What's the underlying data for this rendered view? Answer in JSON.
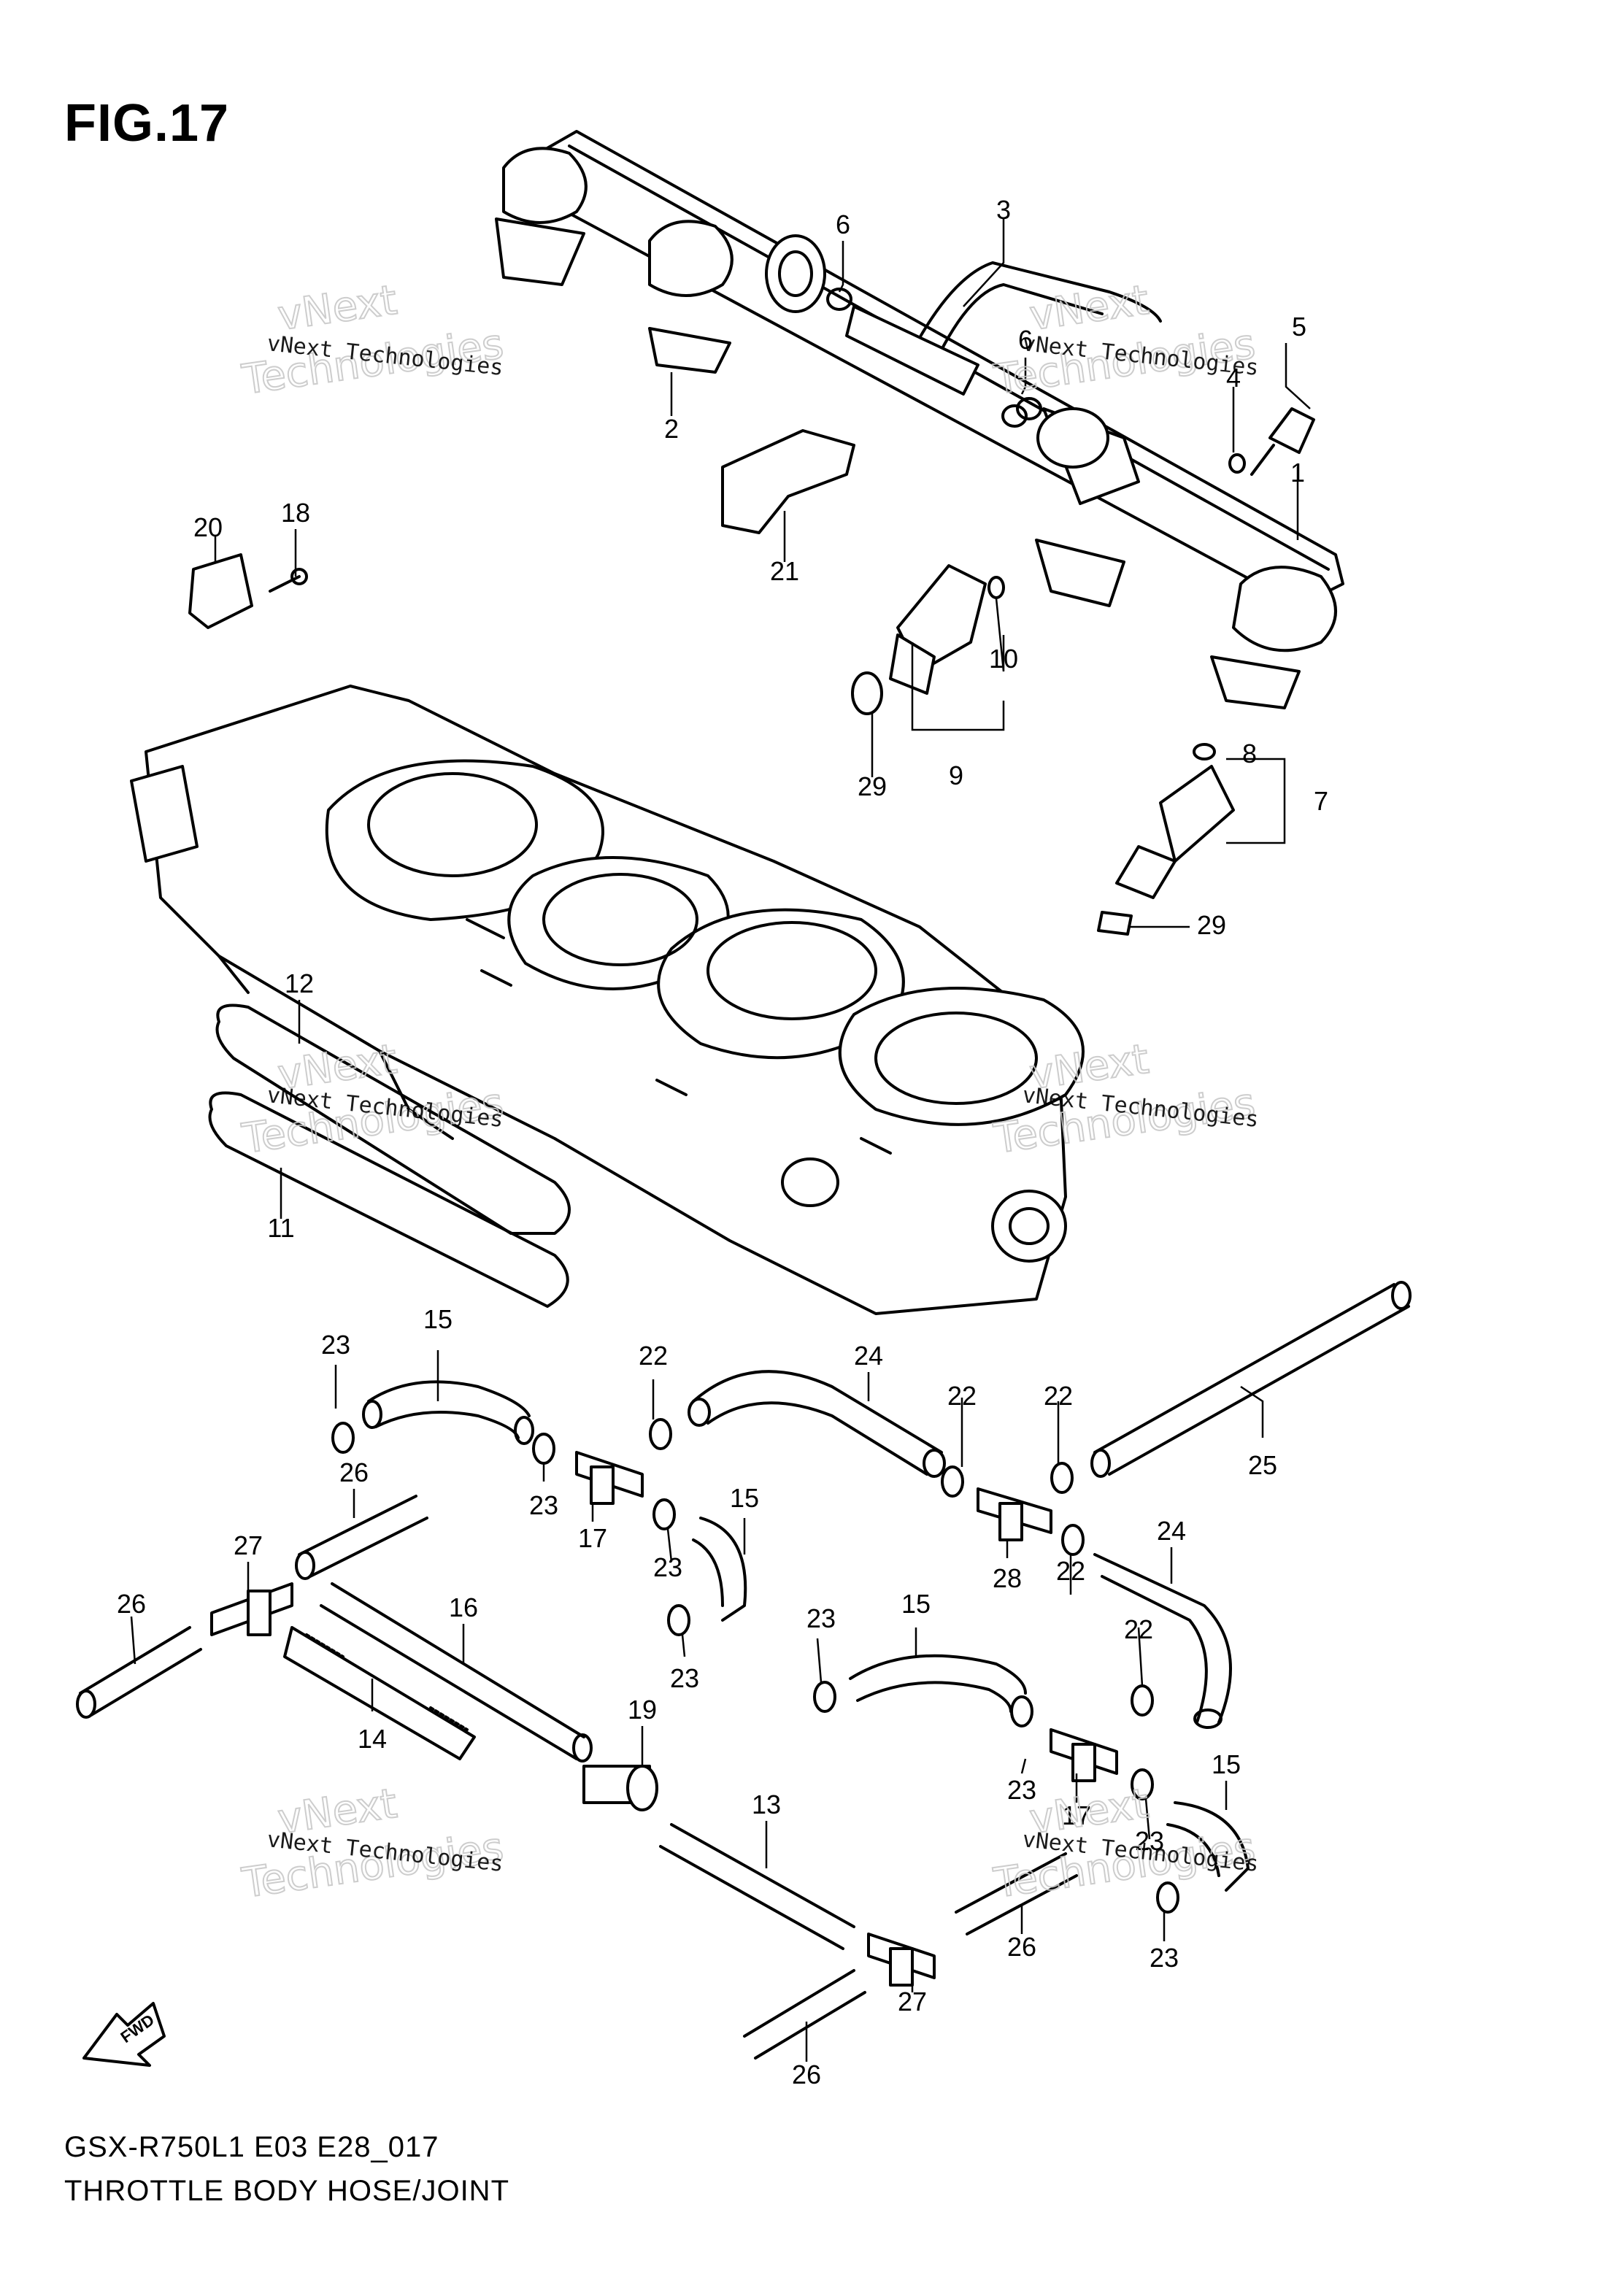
{
  "figure": {
    "title": "FIG.17",
    "model_code": "GSX-R750L1  E03  E28_017",
    "section_name": "THROTTLE BODY HOSE/JOINT",
    "fwd_label": "FWD"
  },
  "watermark": {
    "line": "vNext Technologies",
    "big_top": "vNext",
    "big_bottom": "Technologies"
  },
  "callouts": [
    "1",
    "2",
    "3",
    "4",
    "5",
    "6",
    "6",
    "7",
    "8",
    "9",
    "10",
    "11",
    "12",
    "13",
    "14",
    "15",
    "15",
    "15",
    "15",
    "16",
    "17",
    "17",
    "18",
    "19",
    "20",
    "21",
    "22",
    "22",
    "22",
    "22",
    "22",
    "23",
    "23",
    "23",
    "23",
    "23",
    "23",
    "23",
    "23",
    "24",
    "24",
    "25",
    "26",
    "26",
    "26",
    "26",
    "27",
    "27",
    "28",
    "29",
    "29"
  ]
}
